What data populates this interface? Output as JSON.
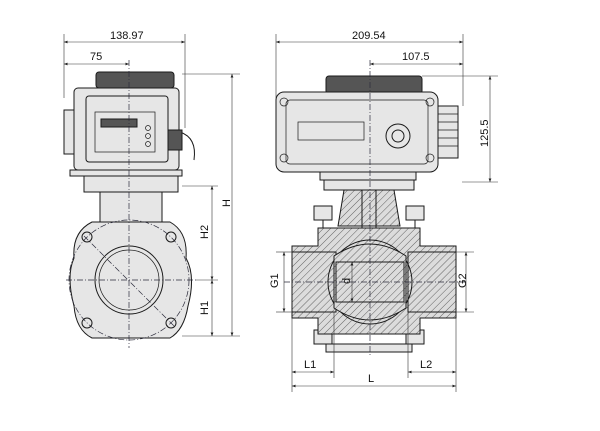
{
  "dimensions": {
    "overall_width_left": "138.97",
    "offset_left": "75",
    "overall_width_right": "209.54",
    "offset_right": "107.5",
    "height_actuator": "125.5",
    "H": "H",
    "H1": "H1",
    "H2": "H2",
    "G1": "G1",
    "G2": "G2",
    "d": "d",
    "L": "L",
    "L1": "L1",
    "L2": "L2"
  },
  "colors": {
    "line": "#1a1a1a",
    "fill": "#e6e6e6",
    "centerline": "#2a2a3a"
  }
}
